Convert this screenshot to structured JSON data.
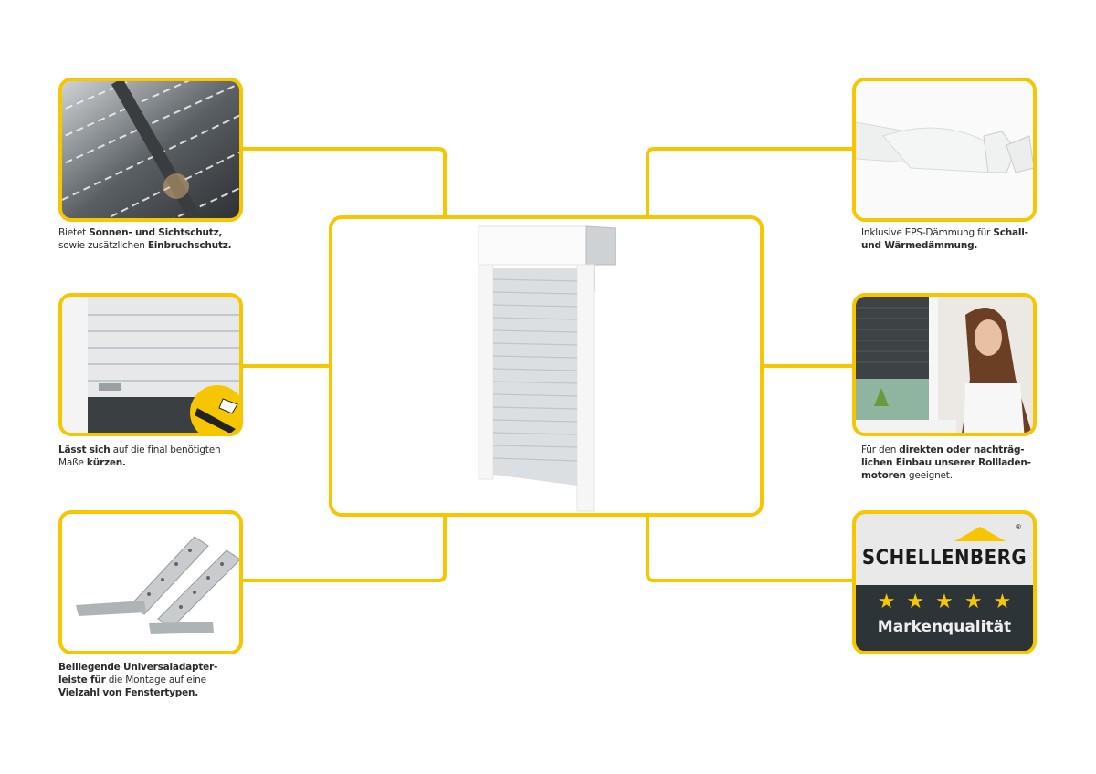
{
  "features": [
    {
      "id": "sun-protection",
      "parts": [
        [
          "Bietet ",
          false
        ],
        [
          "Sonnen- und Sichtschutz,",
          true
        ],
        [
          "\n",
          false
        ],
        [
          "sowie zusätzlichen ",
          false
        ],
        [
          "Einbruchschutz.",
          true
        ]
      ]
    },
    {
      "id": "cut-to-size",
      "parts": [
        [
          "Lässt sich",
          true
        ],
        [
          " auf die final benötigten",
          false
        ],
        [
          "\n",
          false
        ],
        [
          "Maße ",
          false
        ],
        [
          "kürzen.",
          true
        ]
      ]
    },
    {
      "id": "adapter",
      "parts": [
        [
          "Beiliegende Universaladapter-",
          true
        ],
        [
          "\n",
          false
        ],
        [
          "leiste für",
          true
        ],
        [
          " die Montage auf eine",
          false
        ],
        [
          "\n",
          false
        ],
        [
          "Vielzahl von Fenstertypen.",
          true
        ]
      ]
    },
    {
      "id": "insulation",
      "parts": [
        [
          "Inklusive EPS-Dämmung für ",
          false
        ],
        [
          "Schall-",
          true
        ],
        [
          "\n",
          false
        ],
        [
          "und Wärmedämmung.",
          true
        ]
      ]
    },
    {
      "id": "motor",
      "parts": [
        [
          "Für den ",
          false
        ],
        [
          "direkten oder nachträg-",
          true
        ],
        [
          "\n",
          false
        ],
        [
          "lichen Einbau unserer Rollladen-",
          true
        ],
        [
          "\n",
          false
        ],
        [
          "motoren",
          true
        ],
        [
          " geeignet.",
          false
        ]
      ]
    }
  ],
  "badge": {
    "brand": "SCHELLENBERG",
    "registered": "®",
    "stars": "★★★★★",
    "rating": 5,
    "label": "Markenqualität"
  },
  "colors": {
    "accent": "#f6c700",
    "badge_dark": "#2d3438"
  }
}
